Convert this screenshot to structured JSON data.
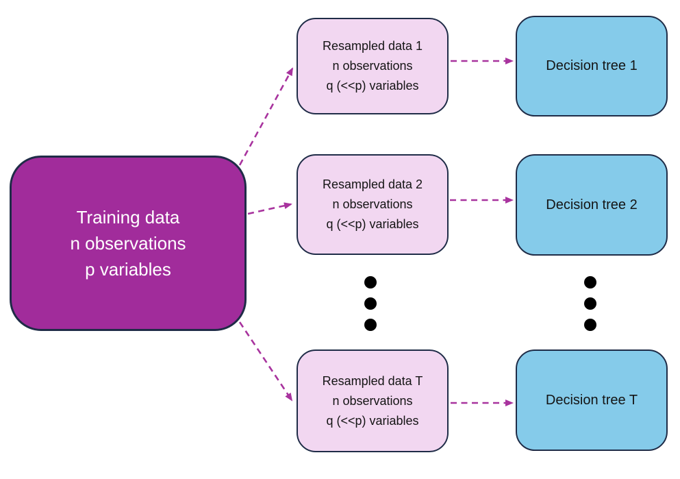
{
  "colors": {
    "training_fill": "#A12C9B",
    "training_text": "#FFFFFF",
    "resampled_fill": "#F2D7F1",
    "decision_fill": "#85CBEA",
    "box_border": "#1F2C47",
    "arrow": "#A8339E",
    "dots": "#000000"
  },
  "training": {
    "line1": "Training data",
    "line2": "n observations",
    "line3": "p variables"
  },
  "resampled": [
    {
      "line1": "Resampled data 1",
      "line2": "n observations",
      "line3": "q (<<p) variables"
    },
    {
      "line1": "Resampled data 2",
      "line2": "n observations",
      "line3": "q (<<p) variables"
    },
    {
      "line1": "Resampled data T",
      "line2": "n observations",
      "line3": "q (<<p) variables"
    }
  ],
  "decision": [
    {
      "label": "Decision tree 1"
    },
    {
      "label": "Decision tree 2"
    },
    {
      "label": "Decision tree T"
    }
  ]
}
